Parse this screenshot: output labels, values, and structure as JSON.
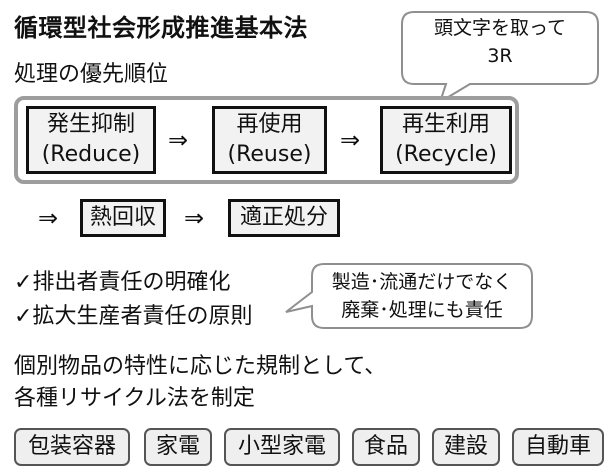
{
  "title": "循環型社会形成推進基本法",
  "priority_label": "処理の優先順位",
  "three_r_note": {
    "line1": "頭文字を取って",
    "line2": "3R"
  },
  "priority_steps": [
    {
      "line1": "発生抑制",
      "line2": "(Reduce)"
    },
    {
      "line1": "再使用",
      "line2": "(Reuse)"
    },
    {
      "line1": "再生利用",
      "line2": "(Recycle)"
    }
  ],
  "arrow_symbol": "⇒",
  "after_steps": [
    "熱回収",
    "適正処分"
  ],
  "responsibilities": [
    {
      "mark": "✓",
      "text": "排出者責任の明確化"
    },
    {
      "mark": "✓",
      "text": "拡大生産者責任の原則"
    }
  ],
  "producer_note": {
    "line1": "製造･流通だけでなく",
    "line2": "廃棄･処理にも責任"
  },
  "regulation_text": {
    "line1": "個別物品の特性に応じた規制として、",
    "line2": "各種リサイクル法を制定"
  },
  "recycling_laws": [
    "包装容器",
    "家電",
    "小型家電",
    "食品",
    "建設",
    "自動車"
  ],
  "colors": {
    "panel_border": "#9d9d9d",
    "box_fill": "#f2f2f2",
    "tag_fill": "#efefef",
    "callout_border": "#8f8f8f"
  }
}
